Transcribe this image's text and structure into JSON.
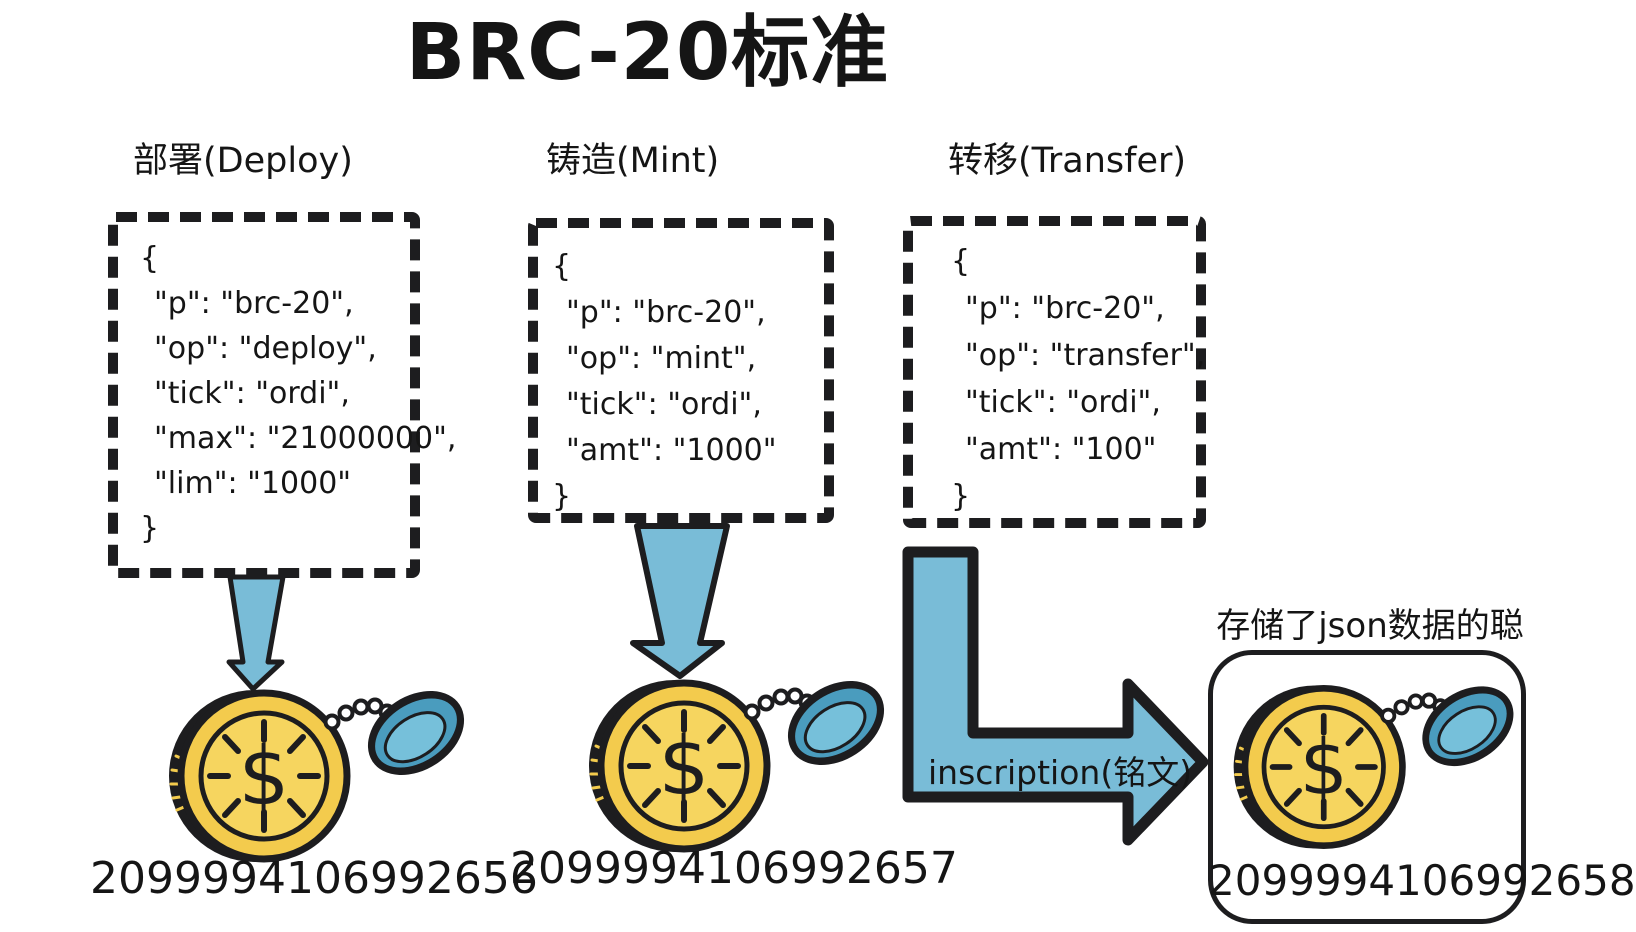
{
  "title": "BRC-20标准",
  "columns": [
    {
      "label": "部署(Deploy)",
      "code": [
        "{",
        "\"p\": \"brc-20\",",
        "\"op\": \"deploy\",",
        "\"tick\": \"ordi\",",
        "\"max\": \"21000000\",",
        "\"lim\": \"1000\"",
        "}"
      ],
      "sat": "2099994106992656"
    },
    {
      "label": "铸造(Mint)",
      "code": [
        "{",
        "\"p\": \"brc-20\",",
        "\"op\": \"mint\",",
        "\"tick\": \"ordi\",",
        "\"amt\": \"1000\"",
        "}"
      ],
      "sat": "2099994106992657"
    },
    {
      "label": "转移(Transfer)",
      "code": [
        "{",
        "\"p\": \"brc-20\",",
        "\"op\": \"transfer\",",
        "\"tick\": \"ordi\",",
        "\"amt\": \"100\"",
        "}"
      ],
      "sat": "2099994106992658"
    }
  ],
  "transfer_arrow_label": "inscription(铭文)",
  "result_box_label": "存储了json数据的聪",
  "icons": {
    "coin": "dollar-coin-with-blue-lid",
    "down_arrow": "blue-tapered-down-arrow",
    "transfer_arrow": "blue-l-shaped-right-arrow"
  },
  "colors": {
    "text": "#151515",
    "outline": "#1d1d1f",
    "arrow_blue": "#79bcd7",
    "coin_gold": "#f3cb4d",
    "coin_gold_light": "#f6d55f",
    "lid_blue": "#4a9cbe",
    "lid_blue_light": "#76c0da"
  }
}
